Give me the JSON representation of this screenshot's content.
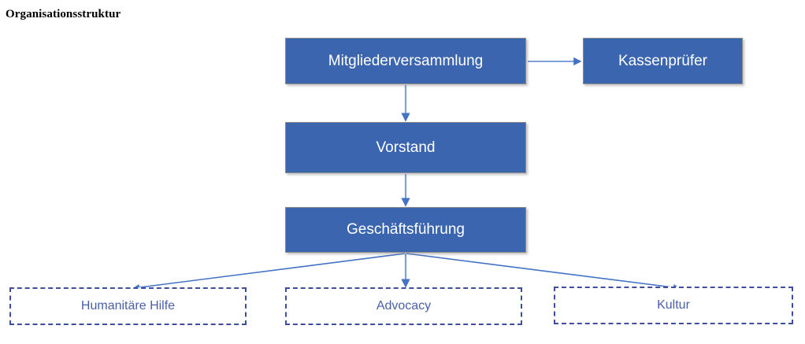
{
  "page": {
    "title": "Organisationsstruktur"
  },
  "colors": {
    "node_fill": "#3B66AF",
    "node_text": "#FFFFFF",
    "node_border": "#8A8A8A",
    "dashed_border": "#3F4E9E",
    "dashed_text": "#4A5FA5",
    "arrow": "#4472C4",
    "background": "#FFFFFF"
  },
  "diagram": {
    "type": "org-chart",
    "nodes": [
      {
        "id": "mitgliederversammlung",
        "label": "Mitgliederversammlung",
        "style": "solid",
        "level": 1
      },
      {
        "id": "kassenpruefer",
        "label": "Kassenprüfer",
        "style": "solid",
        "level": 1
      },
      {
        "id": "vorstand",
        "label": "Vorstand",
        "style": "solid",
        "level": 2
      },
      {
        "id": "geschaeftsfuehrung",
        "label": "Geschäftsführung",
        "style": "solid",
        "level": 3
      },
      {
        "id": "humanitaere-hilfe",
        "label": "Humanitäre Hilfe",
        "style": "dashed",
        "level": 4
      },
      {
        "id": "advocacy",
        "label": "Advocacy",
        "style": "dashed",
        "level": 4
      },
      {
        "id": "kultur",
        "label": "Kultur",
        "style": "dashed",
        "level": 4
      }
    ],
    "edges": [
      {
        "from": "mitgliederversammlung",
        "to": "kassenpruefer",
        "direction": "horizontal"
      },
      {
        "from": "mitgliederversammlung",
        "to": "vorstand",
        "direction": "vertical"
      },
      {
        "from": "vorstand",
        "to": "geschaeftsfuehrung",
        "direction": "vertical"
      },
      {
        "from": "geschaeftsfuehrung",
        "to": "humanitaere-hilfe",
        "direction": "diagonal-left"
      },
      {
        "from": "geschaeftsfuehrung",
        "to": "advocacy",
        "direction": "vertical"
      },
      {
        "from": "geschaeftsfuehrung",
        "to": "kultur",
        "direction": "diagonal-right"
      }
    ]
  }
}
